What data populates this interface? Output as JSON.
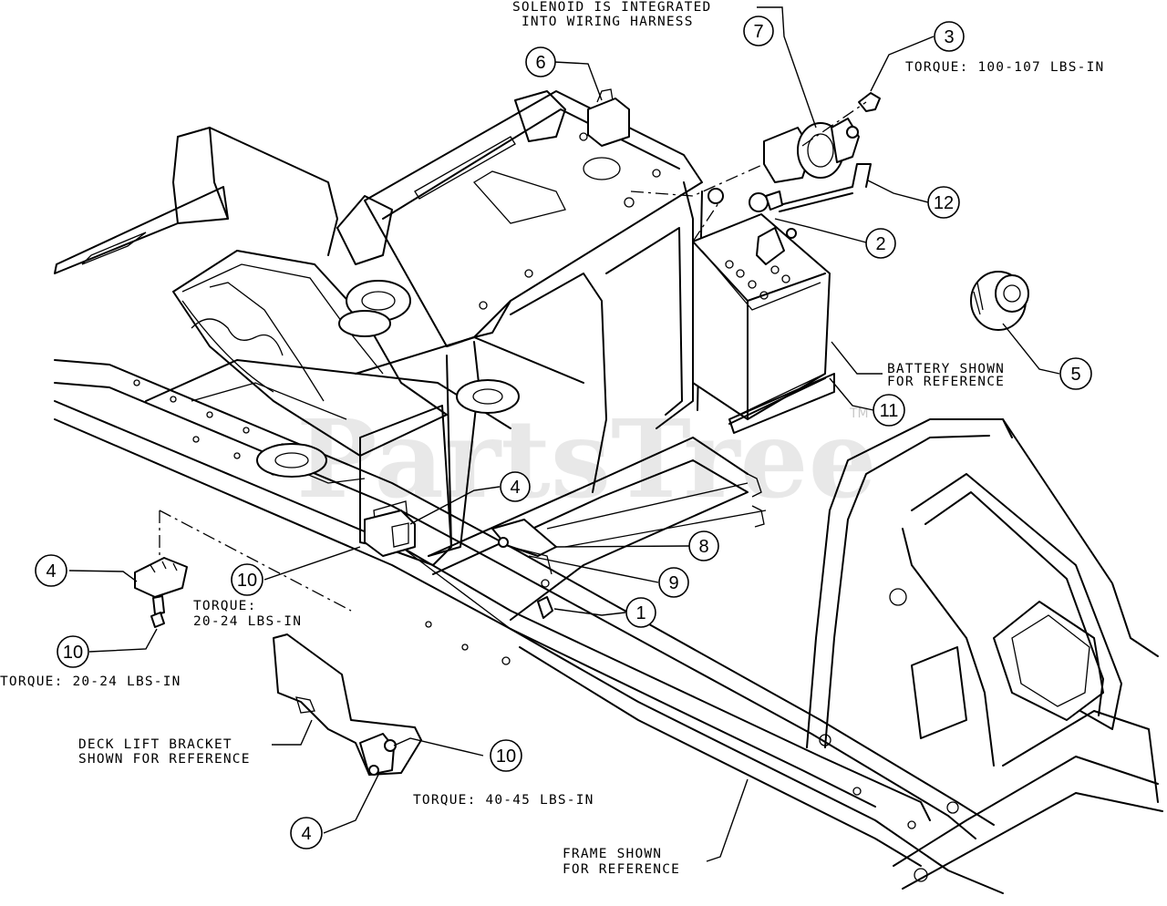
{
  "watermark": {
    "text": "PartsTree",
    "trademark": "TM"
  },
  "notes": {
    "solenoid_line1": "SOLENOID IS INTEGRATED",
    "solenoid_line2": "INTO WIRING HARNESS",
    "torque_top": "TORQUE: 100-107 LBS-IN",
    "battery_line1": "BATTERY SHOWN",
    "battery_line2": "FOR REFERENCE",
    "torque_mid_line1": "TORQUE:",
    "torque_mid_line2": "20-24 LBS-IN",
    "torque_left": "TORQUE: 20-24 LBS-IN",
    "deck_line1": "DECK LIFT BRACKET",
    "deck_line2": "SHOWN FOR REFERENCE",
    "torque_bottom": "TORQUE: 40-45 LBS-IN",
    "frame_line1": "FRAME SHOWN",
    "frame_line2": "FOR REFERENCE"
  },
  "callouts": [
    {
      "id": "callout-7",
      "label": "7"
    },
    {
      "id": "callout-3",
      "label": "3"
    },
    {
      "id": "callout-6",
      "label": "6"
    },
    {
      "id": "callout-12",
      "label": "12"
    },
    {
      "id": "callout-2",
      "label": "2"
    },
    {
      "id": "callout-5",
      "label": "5"
    },
    {
      "id": "callout-11",
      "label": "11"
    },
    {
      "id": "callout-4-center",
      "label": "4"
    },
    {
      "id": "callout-8",
      "label": "8"
    },
    {
      "id": "callout-9",
      "label": "9"
    },
    {
      "id": "callout-1",
      "label": "1"
    },
    {
      "id": "callout-4-left",
      "label": "4"
    },
    {
      "id": "callout-10-center",
      "label": "10"
    },
    {
      "id": "callout-10-left",
      "label": "10"
    },
    {
      "id": "callout-10-bottom",
      "label": "10"
    },
    {
      "id": "callout-4-bottom",
      "label": "4"
    }
  ]
}
